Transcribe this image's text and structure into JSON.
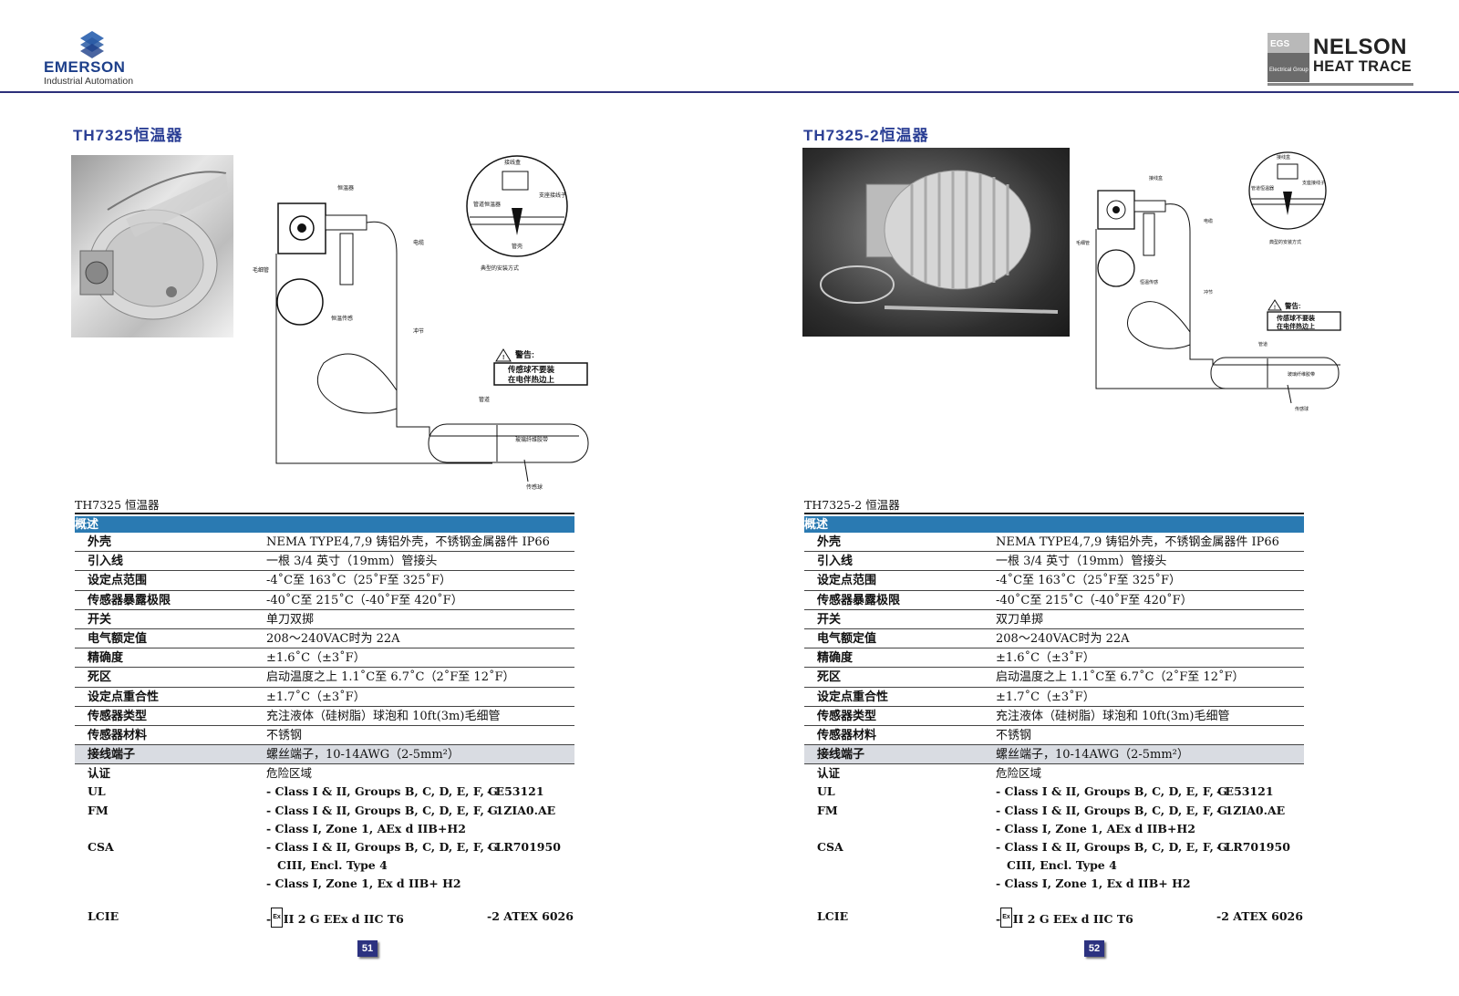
{
  "header": {
    "left_logo": {
      "name": "EMERSON",
      "tagline": "Industrial Automation"
    },
    "right_logo": {
      "badge": "EGS",
      "badge_sub": "Electrical Group",
      "name_line1": "NELSON",
      "name_line2": "HEAT TRACE"
    }
  },
  "pages": [
    {
      "title": "TH7325恒温器",
      "page_number": "51",
      "diagram_labels": {
        "lbl1": "恒温器",
        "lbl2": "电缆",
        "lbl3": "毛细管",
        "lbl4": "恒温传感",
        "lbl5": "冲节",
        "lbl6": "管道",
        "lbl7": "玻璃纤维胶带",
        "lbl8": "传感球",
        "lbl9": "接线盒",
        "lbl10": "管道恒温器",
        "lbl11": "支座接线子",
        "lbl12": "管壳",
        "lbl13": "典型的安装方式"
      },
      "warning": {
        "title": "警告:",
        "line1": "传感球不要装",
        "line2": "在电伴热边上"
      },
      "table": {
        "caption": "TH7325 恒温器",
        "band": "概述",
        "rows": [
          {
            "k": "外壳",
            "v": "NEMA TYPE4,7,9 铸铝外壳，不锈钢金属器件 IP66"
          },
          {
            "k": "引入线",
            "v": "一根 3/4 英寸（19mm）管接头"
          },
          {
            "k": "设定点范围",
            "v": "-4˚C至 163˚C（25˚F至 325˚F）"
          },
          {
            "k": "传感器暴露极限",
            "v": "-40˚C至 215˚C（-40˚F至 420˚F）"
          },
          {
            "k": "开关",
            "v": "单刀双掷"
          },
          {
            "k": "电气额定值",
            "v": "208～240VAC时为 22A"
          },
          {
            "k": "精确度",
            "v": "±1.6˚C（±3˚F）"
          },
          {
            "k": "死区",
            "v": "启动温度之上 1.1˚C至 6.7˚C（2˚F至 12˚F）"
          },
          {
            "k": "设定点重合性",
            "v": "±1.7˚C（±3˚F）"
          },
          {
            "k": "传感器类型",
            "v": "充注液体（硅树脂）球泡和 10ft(3m)毛细管"
          },
          {
            "k": "传感器材料",
            "v": "不锈钢"
          },
          {
            "k": "接线端子",
            "v": "螺丝端子，10-14AWG（2-5mm²）"
          }
        ],
        "cert": {
          "label": "认证",
          "area": "危险区域",
          "UL": {
            "k": "UL",
            "v": "- Class I & II, Groups B, C, D, E, F, G",
            "c": "- E53121"
          },
          "FM": {
            "k": "FM",
            "v": "- Class I & II, Groups B, C, D, E, F, G",
            "c": "- 1ZIA0.AE",
            "v2": "- Class I, Zone 1, AEx d IIB+H2"
          },
          "CSA": {
            "k": "CSA",
            "v": "- Class I & II, Groups B, C, D, E, F, G",
            "c": "- LR701950",
            "v2": "CIII, Encl. Type 4",
            "v3": "- Class I, Zone 1, Ex d IIB+ H2"
          },
          "LCIE": {
            "k": "LCIE",
            "dash": "-",
            "ex": "Ex",
            "v": "II 2 G EEx d IIC T6",
            "c": "-2 ATEX 6026"
          }
        }
      }
    },
    {
      "title": "TH7325-2恒温器",
      "page_number": "52",
      "diagram_labels": {
        "lbl1": "接线盒",
        "lbl2": "电缆",
        "lbl3": "毛细管",
        "lbl4": "恒温传感",
        "lbl5": "冲节",
        "lbl6": "管道",
        "lbl7": "玻璃纤维胶带",
        "lbl8": "传感球",
        "lbl9": "接线盒",
        "lbl10": "管道恒温器",
        "lbl11": "支座接线子",
        "lbl12": "典型的安装方式"
      },
      "warning": {
        "title": "警告:",
        "line1": "传感球不要装",
        "line2": "在电伴热边上"
      },
      "table": {
        "caption": "TH7325-2 恒温器",
        "band": "概述",
        "rows": [
          {
            "k": "外壳",
            "v": "NEMA TYPE4,7,9 铸铝外壳，不锈钢金属器件 IP66"
          },
          {
            "k": "引入线",
            "v": "一根 3/4 英寸（19mm）管接头"
          },
          {
            "k": "设定点范围",
            "v": "-4˚C至 163˚C（25˚F至 325˚F）"
          },
          {
            "k": "传感器暴露极限",
            "v": "-40˚C至 215˚C（-40˚F至 420˚F）"
          },
          {
            "k": "开关",
            "v": "双刀单掷"
          },
          {
            "k": "电气额定值",
            "v": "208～240VAC时为 22A"
          },
          {
            "k": "精确度",
            "v": "±1.6˚C（±3˚F）"
          },
          {
            "k": "死区",
            "v": "启动温度之上 1.1˚C至 6.7˚C（2˚F至 12˚F）"
          },
          {
            "k": "设定点重合性",
            "v": "±1.7˚C（±3˚F）"
          },
          {
            "k": "传感器类型",
            "v": "充注液体（硅树脂）球泡和 10ft(3m)毛细管"
          },
          {
            "k": "传感器材料",
            "v": "不锈钢"
          },
          {
            "k": "接线端子",
            "v": "螺丝端子，10-14AWG（2-5mm²）"
          }
        ],
        "cert": {
          "label": "认证",
          "area": "危险区域",
          "UL": {
            "k": "UL",
            "v": "- Class I & II, Groups B, C, D, E, F, G",
            "c": "- E53121"
          },
          "FM": {
            "k": "FM",
            "v": "- Class I & II, Groups B, C, D, E, F, G",
            "c": "- 1ZIA0.AE",
            "v2": "- Class I, Zone 1, AEx d IIB+H2"
          },
          "CSA": {
            "k": "CSA",
            "v": "- Class I & II, Groups B, C, D, E, F, G",
            "c": "- LR701950",
            "v2": "CIII, Encl. Type 4",
            "v3": "- Class I, Zone 1, Ex d IIB+ H2"
          },
          "LCIE": {
            "k": "LCIE",
            "dash": "-",
            "ex": "Ex",
            "v": "II 2 G EEx d IIC T6",
            "c": "-2 ATEX 6026"
          }
        }
      }
    }
  ]
}
